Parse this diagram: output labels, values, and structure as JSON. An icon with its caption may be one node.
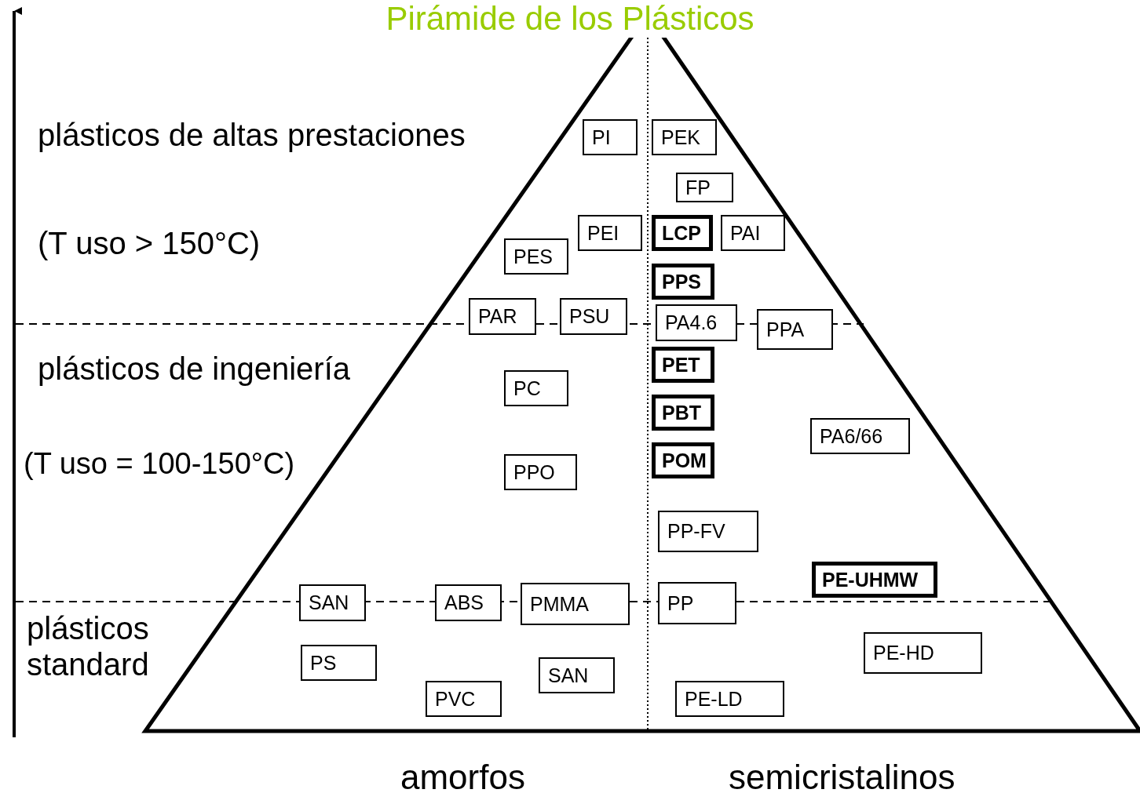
{
  "diagram": {
    "title": "Pirámide de los Plásticos",
    "nodes": [
      {
        "text": [
          "PI"
        ]
      },
      {
        "text": [
          "PEK"
        ]
      },
      {
        "text": [
          "FP"
        ]
      },
      {
        "text": [
          "PEI"
        ]
      },
      {
        "text": [
          "LCP"
        ]
      },
      {
        "text": [
          "PAI"
        ]
      },
      {
        "text": [
          "PES"
        ]
      },
      {
        "text": [
          "PPS"
        ]
      },
      {
        "text": [
          "PAR"
        ]
      },
      {
        "text": [
          "PSU"
        ]
      },
      {
        "text": [
          "PA4.6"
        ]
      },
      {
        "text": [
          "PPA"
        ]
      },
      {
        "text": [
          "PET"
        ]
      },
      {
        "text": [
          "PC"
        ]
      },
      {
        "text": [
          "PBT"
        ]
      },
      {
        "text": [
          "PA6/66"
        ]
      },
      {
        "text": [
          "POM"
        ]
      },
      {
        "text": [
          "PPO"
        ]
      },
      {
        "text": [
          "PP-FV"
        ]
      },
      {
        "text": [
          "PE-UHMW"
        ]
      },
      {
        "text": [
          "SAN"
        ]
      },
      {
        "text": [
          "ABS"
        ]
      },
      {
        "text": [
          "PMMA"
        ]
      },
      {
        "text": [
          "PP"
        ]
      },
      {
        "text": [
          "PE-HD"
        ]
      },
      {
        "text": [
          "PS"
        ]
      },
      {
        "text": [
          "SAN"
        ]
      },
      {
        "text": [
          "PVC"
        ]
      },
      {
        "text": [
          "PE-LD"
        ]
      }
    ],
    "labels": [
      "plásticos de altas prestaciones",
      "(T uso > 150°C)",
      "plásticos de ingeniería",
      "(T uso = 100-150°C)",
      "plásticos standard",
      "amorfos",
      "semicristalinos"
    ]
  }
}
